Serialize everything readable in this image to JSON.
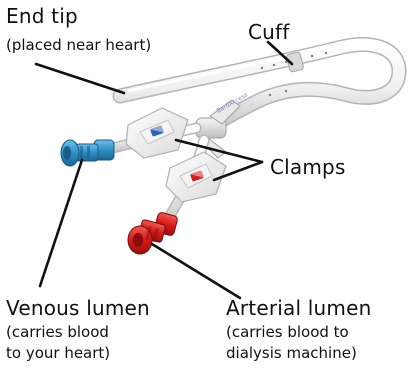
{
  "labels": {
    "end_tip": {
      "title": "End tip",
      "note": "(placed near heart)"
    },
    "cuff": {
      "title": "Cuff"
    },
    "clamps": {
      "title": "Clamps"
    },
    "venous_lumen": {
      "title": "Venous lumen",
      "note_line1": "(carries blood",
      "note_line2": "to your heart)"
    },
    "arterial_lumen": {
      "title": "Arterial lumen",
      "note_line1": "(carries blood to",
      "note_line2": "dialysis machine)"
    }
  },
  "colors": {
    "tube": "#efefef",
    "venous_hub": "#3b93c6",
    "arterial_hub": "#d41b1b",
    "pointer_line": "#111111"
  }
}
